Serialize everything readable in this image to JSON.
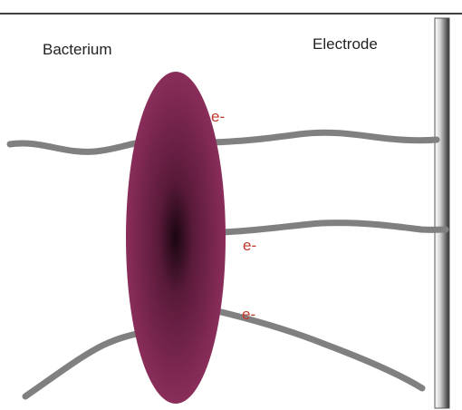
{
  "labels": {
    "organism": "Bacterium",
    "electrode": "Electrode"
  },
  "electrons": [
    {
      "label": "e-"
    },
    {
      "label": "e-"
    },
    {
      "label": "e-"
    }
  ],
  "colors": {
    "cell_outer": "#8a2d5a",
    "cell_core": "#1a0610",
    "nanowire": "#808080",
    "electron_text": "#c0392b",
    "electrode_light": "#ffffff",
    "electrode_dark": "#2c2c2c",
    "border": "#000000"
  }
}
